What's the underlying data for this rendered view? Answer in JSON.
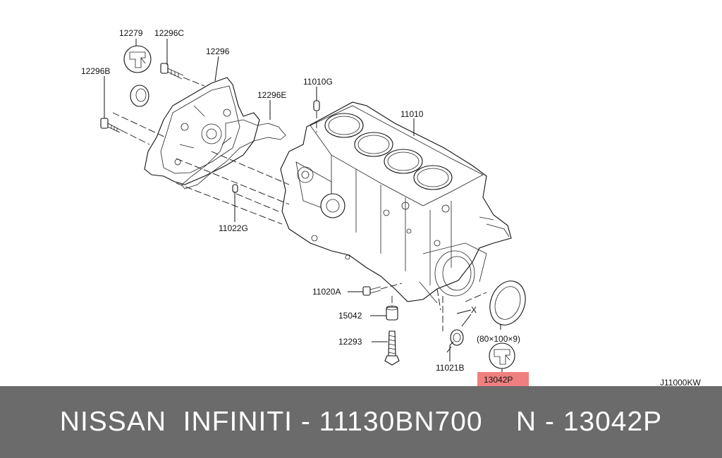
{
  "diagram": {
    "labels": {
      "p12279": "12279",
      "p12296c": "12296C",
      "p12296": "12296",
      "p12296b": "12296B",
      "p12296e": "12296E",
      "p11010g": "11010G",
      "p11010": "11010",
      "p11022g": "11022G",
      "p11020a": "11020A",
      "p15042": "15042",
      "p12293": "12293",
      "p11021b": "11021B",
      "x_mark": "X",
      "dims": "(80×100×9)",
      "p13042p": "13042P",
      "ref_code": "J11000KW"
    },
    "highlight_color": "#f08080"
  },
  "banner": {
    "text": "NISSAN  INFINITI - 11130BN700    N - 13042P",
    "background": "#6b6b6b",
    "text_color": "#ffffff"
  }
}
